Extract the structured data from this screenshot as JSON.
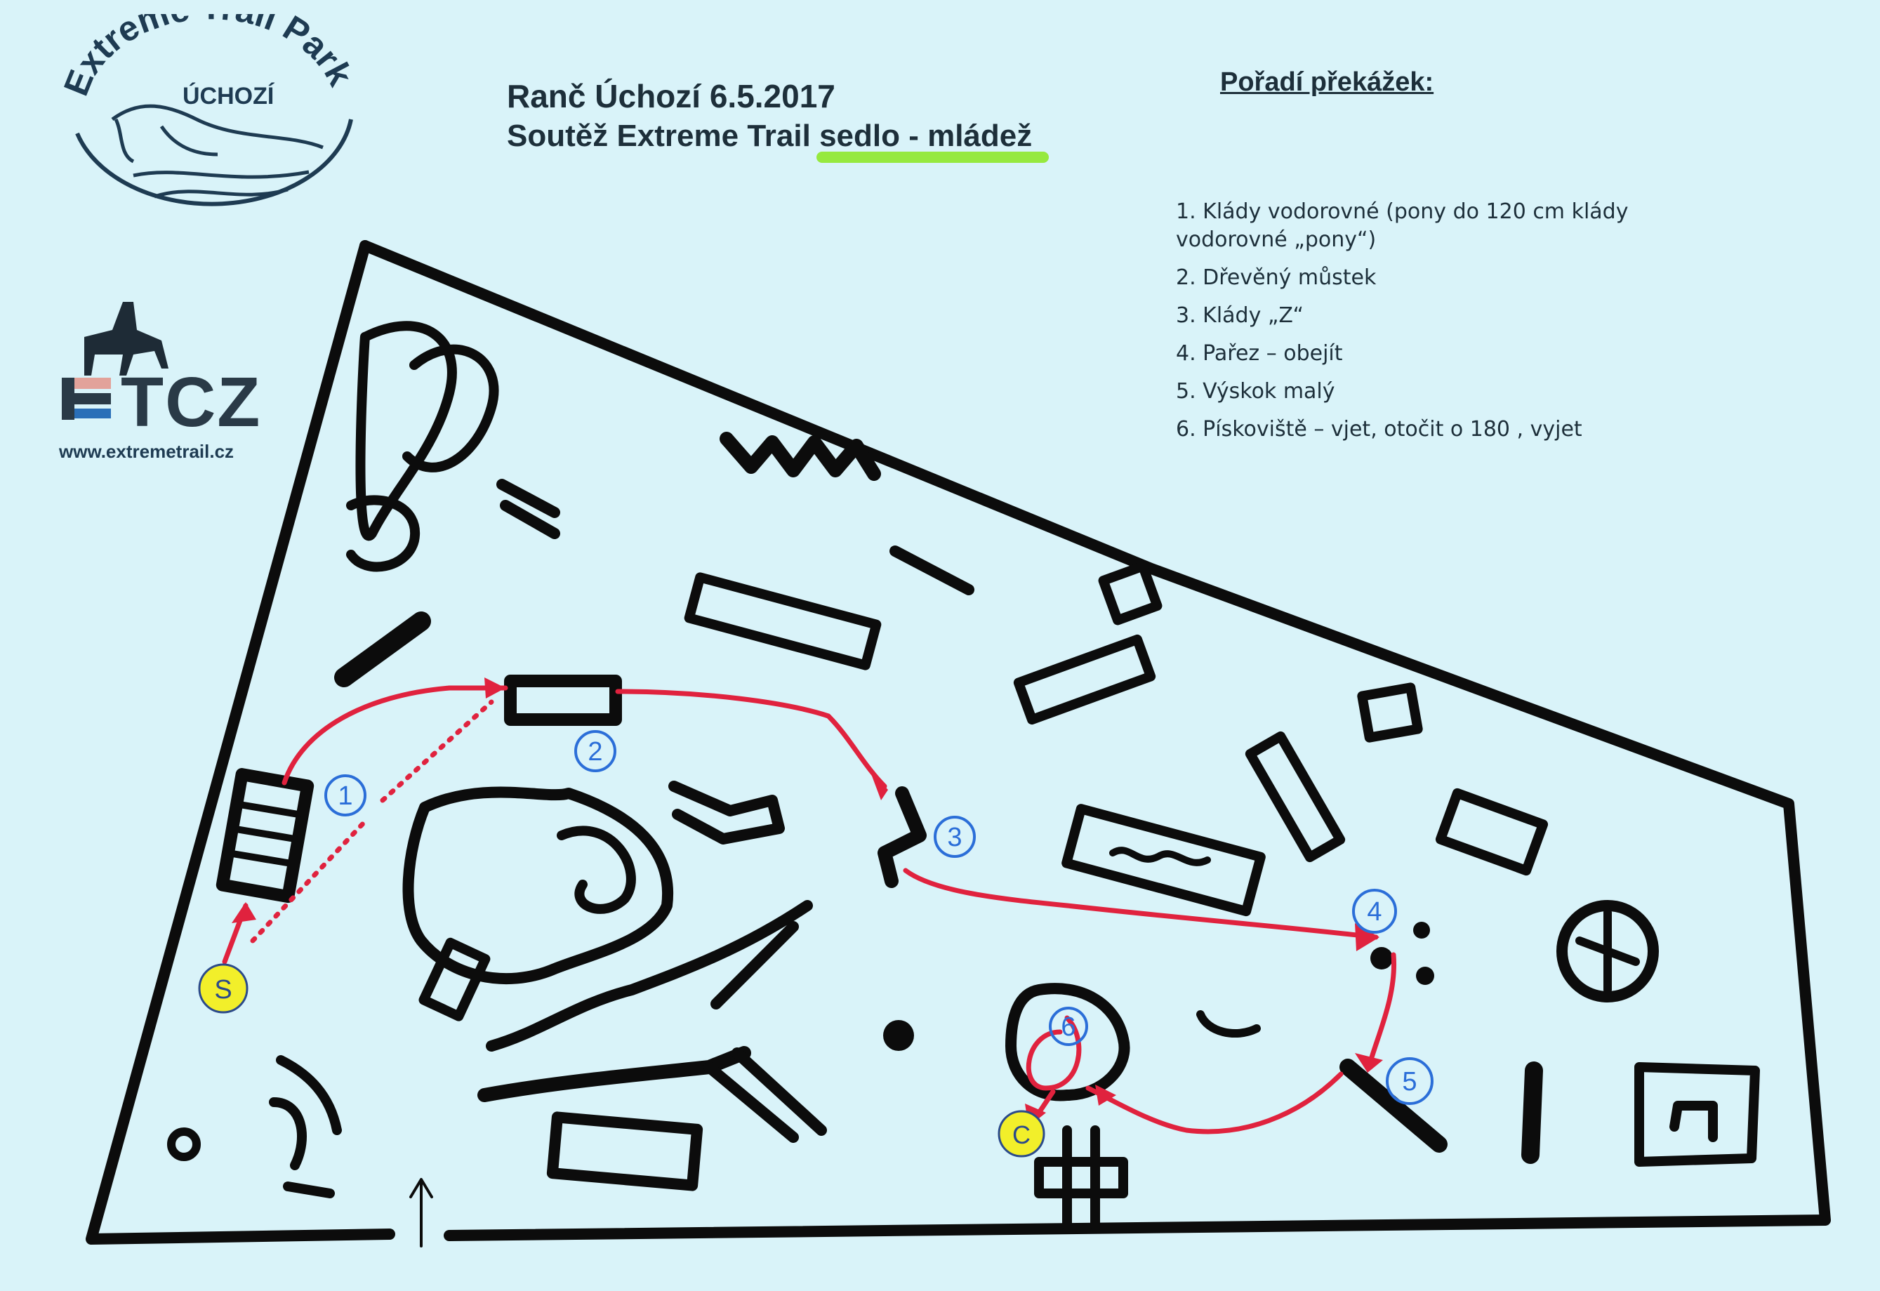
{
  "logo": {
    "arc_text": "Extreme Trail Park",
    "sub_text": "ÚCHOZÍ"
  },
  "etcz": {
    "brand": "TCZ",
    "url": "www.extremetrail.cz"
  },
  "header": {
    "line1": "Ranč Úchozí  6.5.2017",
    "line2_prefix": "Soutěž Extreme Trail ",
    "line2_highlight": "sedlo - mládež"
  },
  "obstacles": {
    "heading": "Pořadí překážek:",
    "items": [
      {
        "text": "1. Klády vodorovné (pony do 120 cm klády vodorovné „pony“)"
      },
      {
        "text": "2. Dřevěný můstek"
      },
      {
        "text": "3. Klády „Z“"
      },
      {
        "text": "4. Pařez – obejít"
      },
      {
        "text": "5. Výskok malý"
      },
      {
        "text": "6. Pískoviště – vjet, otočit o 180 , vyjet"
      }
    ]
  },
  "map": {
    "markers": [
      {
        "label": "1"
      },
      {
        "label": "2"
      },
      {
        "label": "3"
      },
      {
        "label": "4"
      },
      {
        "label": "5"
      },
      {
        "label": "6"
      }
    ],
    "start_label": "S",
    "finish_label": "C"
  },
  "colors": {
    "ink": "#0c0c0c",
    "route": "#e0223e",
    "marker": "#2b6ed8",
    "start_finish": "#f2ef2a",
    "highlight": "#8ee82a",
    "paper": "#d9f3f9"
  }
}
